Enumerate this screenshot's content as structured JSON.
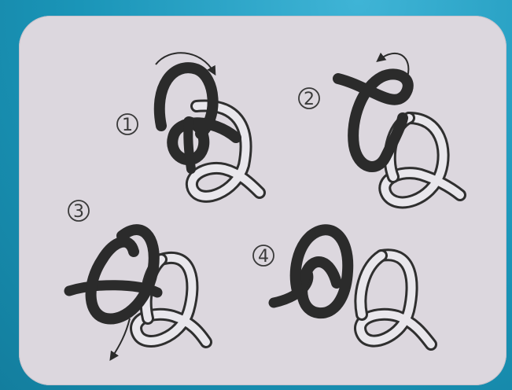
{
  "steps": [
    {
      "label": "1"
    },
    {
      "label": "2"
    },
    {
      "label": "3"
    },
    {
      "label": "4"
    }
  ],
  "colors": {
    "frame": "#1a95b8",
    "panel": "#dcd7de",
    "dark_rope": "#2b2b2b",
    "light_rope": "#e9e7ec",
    "outline": "#2f2f2f"
  }
}
